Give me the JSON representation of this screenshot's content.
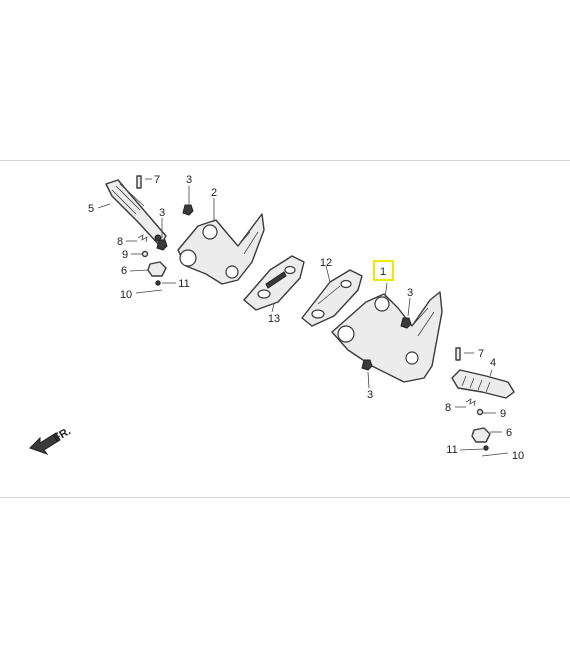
{
  "front_label": "FR.",
  "callouts": {
    "left": {
      "p1": "1",
      "p2": "2",
      "p3a": "3",
      "p3b": "3",
      "p5": "5",
      "p6": "6",
      "p7": "7",
      "p8": "8",
      "p9": "9",
      "p10": "10",
      "p11": "11"
    },
    "middle": {
      "p12": "12",
      "p13": "13"
    },
    "right": {
      "p3c": "3",
      "p3d": "3",
      "p4": "4",
      "p6": "6",
      "p7": "7",
      "p8": "8",
      "p9": "9",
      "p10": "10",
      "p11": "11"
    }
  },
  "highlighted_part": "1",
  "colors": {
    "highlight": "#f3e600",
    "line": "#3a3a3a",
    "fill": "#ececec"
  }
}
